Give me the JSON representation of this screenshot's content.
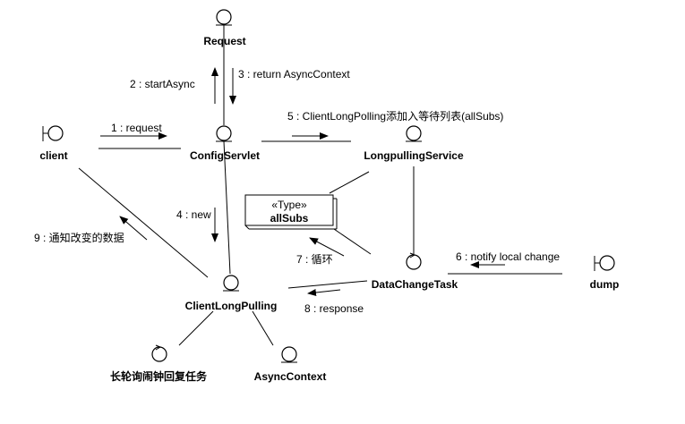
{
  "objects": {
    "request": "Request",
    "client": "client",
    "config_servlet": "ConfigServlet",
    "longpolling_service": "LongpullingService",
    "data_change_task": "DataChangeTask",
    "dump": "dump",
    "client_long_polling": "ClientLongPulling",
    "timeout_task": "长轮询闹钟回复任务",
    "async_context": "AsyncContext"
  },
  "type_box": {
    "stereotype": "«Type»",
    "name": "allSubs"
  },
  "messages": {
    "m1": "1 : request",
    "m2": "2 : startAsync",
    "m3": "3 : return AsyncContext",
    "m4": "4 : new",
    "m5": "5 : ClientLongPolling添加入等待列表(allSubs)",
    "m6": "6 : notify local change",
    "m7": "7 : 循环",
    "m8": "8 : response",
    "m9": "9 : 通知改变的数据"
  }
}
